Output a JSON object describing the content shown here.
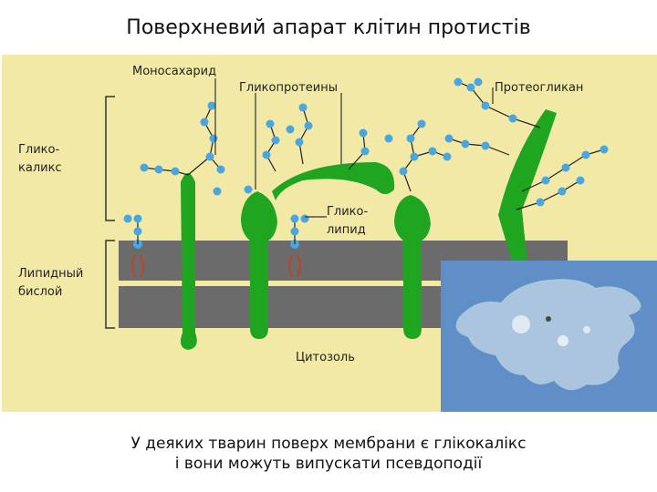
{
  "title": "Поверхневий апарат клітин протистів",
  "diagram": {
    "labels": {
      "monosaccharide": "Моносахарид",
      "glycoproteins": "Гликопротеины",
      "proteoglycan": "Протеогликан",
      "glycocalyx_1": "Глико-",
      "glycocalyx_2": "каликс",
      "glycolipid_1": "Глико-",
      "glycolipid_2": "липид",
      "bilayer_1": "Липидный",
      "bilayer_2": "бислой",
      "cytosol": "Цитозоль"
    },
    "colors": {
      "background": "#f2e9a6",
      "protein": "#1fa51f",
      "sugar": "#4aa6df",
      "membrane": "#6b6b6b",
      "lipid_tail": "#d03a1a"
    }
  },
  "photo": {
    "description_icon": "amoeba-micrograph",
    "background": "#5f8fc6"
  },
  "caption": {
    "line1": "У деяких тварин поверх мембрани є глікокалікс",
    "line2": "і вони можуть випускати псевдоподії"
  }
}
